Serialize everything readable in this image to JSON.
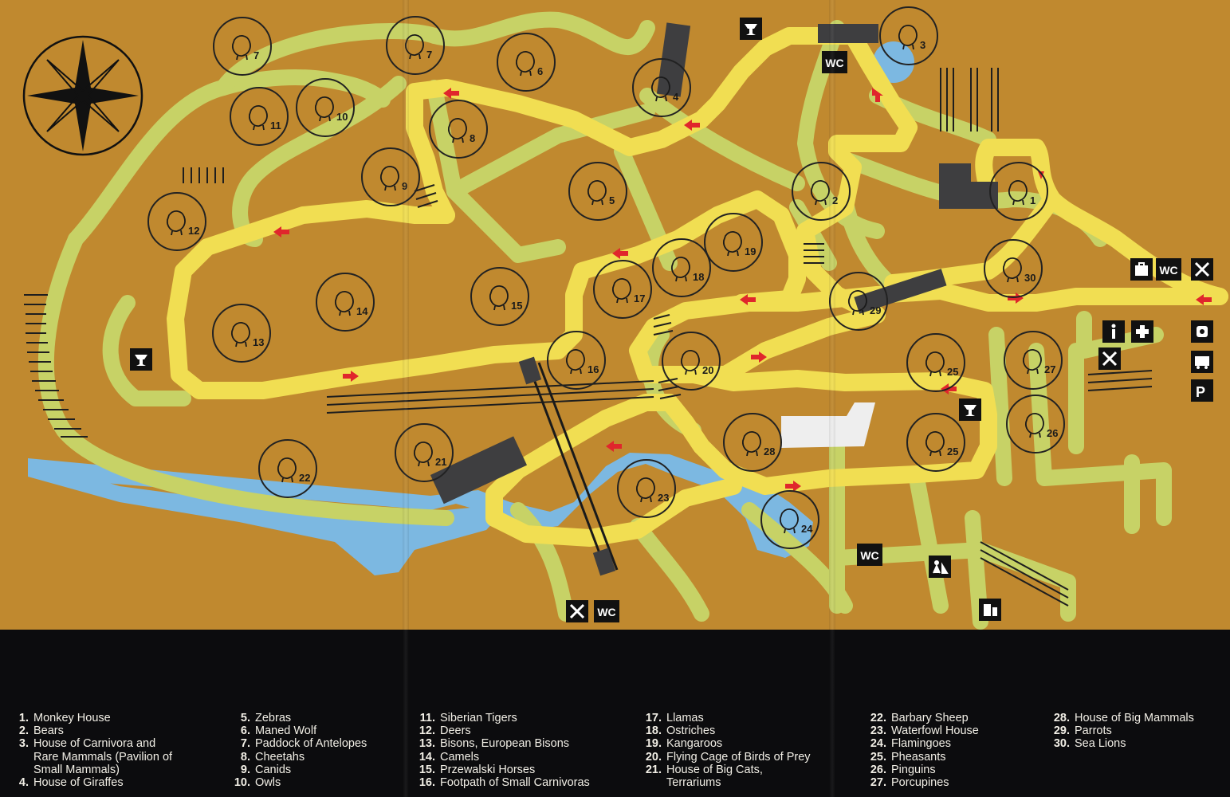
{
  "map": {
    "colors": {
      "ground": "#c0892f",
      "main_path": "#f1de52",
      "side_path": "#c7d266",
      "water": "#7cb8e1",
      "building": "#3e3e40",
      "marker": "#222222",
      "direction_arrow": "#e0262c"
    },
    "enclosures": [
      {
        "id": "1",
        "icon": "monkey-icon"
      },
      {
        "id": "2",
        "icon": "bear-icon"
      },
      {
        "id": "3",
        "icon": "mouse-icon"
      },
      {
        "id": "4",
        "icon": "giraffe-icon"
      },
      {
        "id": "5",
        "icon": "zebra-icon"
      },
      {
        "id": "6",
        "icon": "maned-wolf-icon"
      },
      {
        "id": "7",
        "icon": "antelope-icon"
      },
      {
        "id": "7",
        "icon": "antelope-icon"
      },
      {
        "id": "8",
        "icon": "cheetah-icon"
      },
      {
        "id": "9",
        "icon": "canid-icon"
      },
      {
        "id": "10",
        "icon": "owl-icon"
      },
      {
        "id": "11",
        "icon": "tiger-icon"
      },
      {
        "id": "12",
        "icon": "deer-icon"
      },
      {
        "id": "13",
        "icon": "bison-icon"
      },
      {
        "id": "14",
        "icon": "camel-icon"
      },
      {
        "id": "15",
        "icon": "horse-icon"
      },
      {
        "id": "16",
        "icon": "fox-icon"
      },
      {
        "id": "17",
        "icon": "llama-icon"
      },
      {
        "id": "18",
        "icon": "ostrich-icon"
      },
      {
        "id": "19",
        "icon": "kangaroo-icon"
      },
      {
        "id": "20",
        "icon": "eagle-icon"
      },
      {
        "id": "21",
        "icon": "lion-icon"
      },
      {
        "id": "22",
        "icon": "barbary-sheep-icon"
      },
      {
        "id": "23",
        "icon": "duck-icon"
      },
      {
        "id": "24",
        "icon": "flamingo-icon"
      },
      {
        "id": "25",
        "icon": "pheasant-icon"
      },
      {
        "id": "25",
        "icon": "pheasant-icon"
      },
      {
        "id": "26",
        "icon": "penguin-icon"
      },
      {
        "id": "27",
        "icon": "porcupine-icon"
      },
      {
        "id": "28",
        "icon": "elephant-icon"
      },
      {
        "id": "29",
        "icon": "parrot-icon"
      },
      {
        "id": "30",
        "icon": "sea-lion-icon"
      }
    ],
    "facility_labels": {
      "wc": "WC"
    }
  },
  "legend": {
    "columns": [
      [
        {
          "num": "1.",
          "text": "Monkey House"
        },
        {
          "num": "2.",
          "text": "Bears"
        },
        {
          "num": "3.",
          "text": "House of Carnivora and\nRare Mammals (Pavilion of\nSmall Mammals)"
        },
        {
          "num": "4.",
          "text": "House of Giraffes"
        }
      ],
      [
        {
          "num": "5.",
          "text": "Zebras"
        },
        {
          "num": "6.",
          "text": "Maned Wolf"
        },
        {
          "num": "7.",
          "text": "Paddock of Antelopes"
        },
        {
          "num": "8.",
          "text": "Cheetahs"
        },
        {
          "num": "9.",
          "text": "Canids"
        },
        {
          "num": "10.",
          "text": "Owls"
        }
      ],
      [
        {
          "num": "11.",
          "text": "Siberian Tigers"
        },
        {
          "num": "12.",
          "text": "Deers"
        },
        {
          "num": "13.",
          "text": "Bisons, European Bisons"
        },
        {
          "num": "14.",
          "text": "Camels"
        },
        {
          "num": "15.",
          "text": "Przewalski Horses"
        },
        {
          "num": "16.",
          "text": "Footpath of Small Carnivoras"
        }
      ],
      [
        {
          "num": "17.",
          "text": "Llamas"
        },
        {
          "num": "18.",
          "text": "Ostriches"
        },
        {
          "num": "19.",
          "text": "Kangaroos"
        },
        {
          "num": "20.",
          "text": "Flying Cage of Birds of Prey"
        },
        {
          "num": "21.",
          "text": "House of Big Cats,\nTerrariums"
        }
      ],
      [
        {
          "num": "22.",
          "text": "Barbary Sheep"
        },
        {
          "num": "23.",
          "text": "Waterfowl House"
        },
        {
          "num": "24.",
          "text": "Flamingoes"
        },
        {
          "num": "25.",
          "text": "Pheasants"
        },
        {
          "num": "26.",
          "text": "Pinguins"
        },
        {
          "num": "27.",
          "text": "Porcupines"
        }
      ],
      [
        {
          "num": "28.",
          "text": "House of Big Mammals"
        },
        {
          "num": "29.",
          "text": "Parrots"
        },
        {
          "num": "30.",
          "text": "Sea Lions"
        }
      ]
    ]
  }
}
